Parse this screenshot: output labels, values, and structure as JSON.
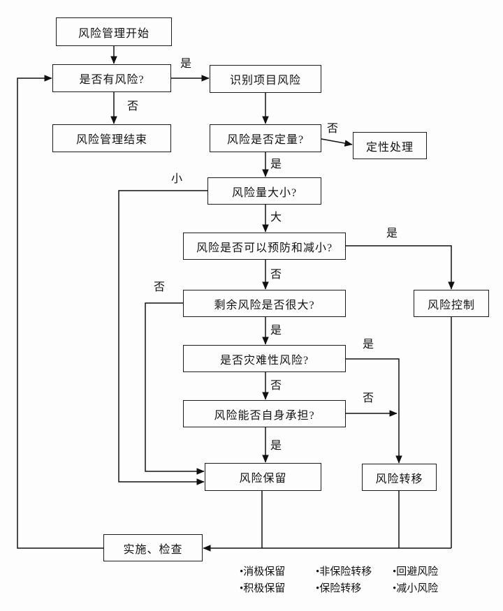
{
  "diagram": {
    "title": "risk-management-flowchart",
    "nodes": {
      "start": "风险管理开始",
      "has_risk": "是否有风险?",
      "identify": "识别项目风险",
      "end": "风险管理结束",
      "quantify": "风险是否定量?",
      "qualitative": "定性处理",
      "magnitude": "风险量大小?",
      "prevent": "风险是否可以预防和减小?",
      "residual": "剩余风险是否很大?",
      "control": "风险控制",
      "catastrophic": "是否灾难性风险?",
      "self_bear": "风险能否自身承担?",
      "retain": "风险保留",
      "transfer": "风险转移",
      "implement": "实施、检查"
    },
    "edge_labels": {
      "yes1": "是",
      "no1": "否",
      "no2": "否",
      "yes2": "是",
      "small": "小",
      "big": "大",
      "yes3": "是",
      "no3": "否",
      "no4": "否",
      "yes4": "是",
      "yes5": "是",
      "no5": "否",
      "no6": "否",
      "yes6": "是"
    },
    "legend": {
      "row1": [
        "•消极保留",
        "•非保险转移",
        "•回避风险"
      ],
      "row2": [
        "•积极保留",
        "•保险转移",
        "•减小风险"
      ]
    }
  }
}
